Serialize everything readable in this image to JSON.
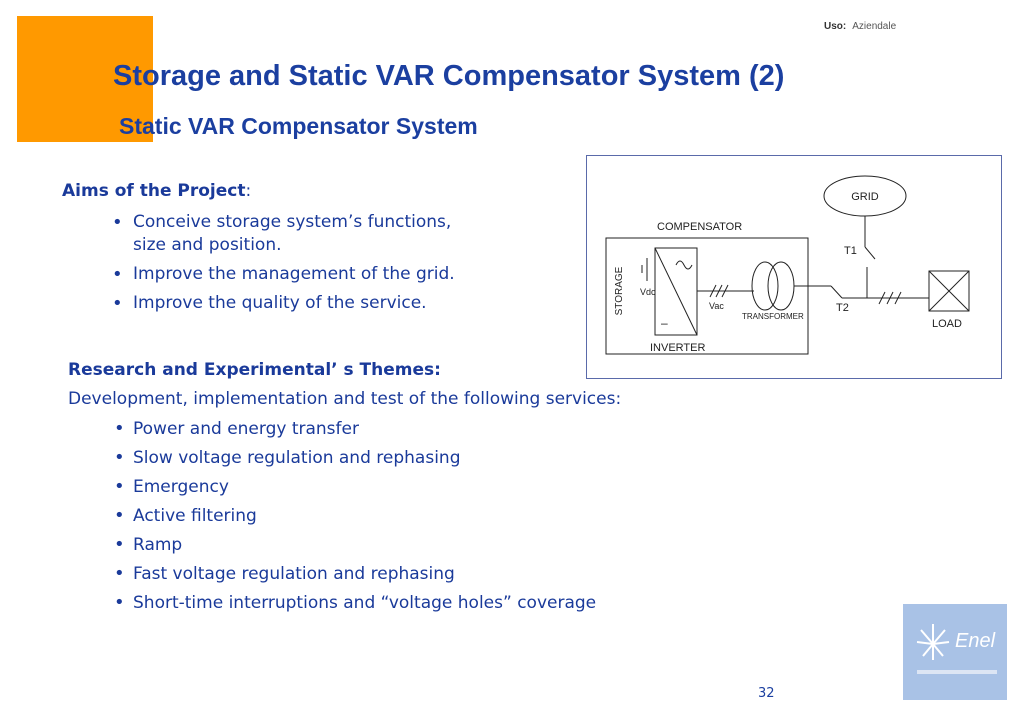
{
  "header": {
    "uso_label": "Uso:",
    "uso_value": "Aziendale"
  },
  "title": "Storage and Static VAR Compensator System (2)",
  "subtitle": "Static VAR Compensator System",
  "aims": {
    "heading": "Aims of the Project",
    "colon": ":",
    "items": [
      "Conceive storage system’s functions,",
      "size and position.",
      "Improve the management of the grid.",
      "Improve the quality of the service."
    ]
  },
  "research": {
    "heading": "Research and Experimental’ s Themes:",
    "intro": "Development, implementation and test of the following services:",
    "services": [
      "Power and energy transfer",
      "Slow voltage regulation and rephasing",
      "Emergency",
      "Active filtering",
      "Ramp",
      "Fast voltage regulation and rephasing",
      "Short-time interruptions and “voltage holes” coverage"
    ]
  },
  "diagram": {
    "grid": "GRID",
    "compensator": "COMPENSATOR",
    "t1": "T1",
    "t2": "T2",
    "storage": "STORAGE",
    "vdc": "Vdc",
    "vac": "Vac",
    "transformer": "TRANSFORMER",
    "inverter": "INVERTER",
    "load": "LOAD",
    "minus": "–"
  },
  "logo": {
    "brand": "Enel"
  },
  "page_number": "32",
  "colors": {
    "accent_orange": "#ff9900",
    "title_blue": "#1b3fa0",
    "logo_bg": "#a9c2e6"
  }
}
